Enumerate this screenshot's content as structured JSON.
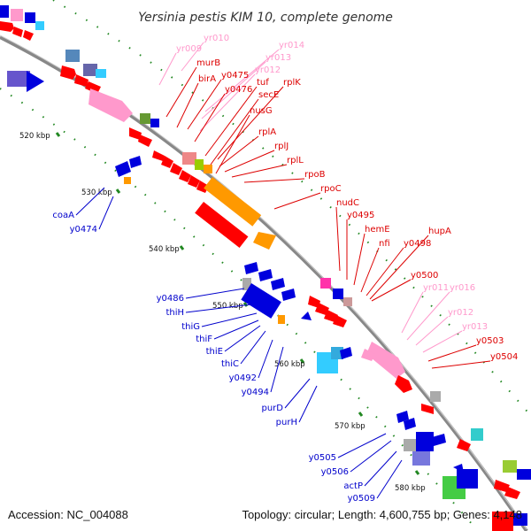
{
  "title": "Yersinia pestis KIM 10, complete genome",
  "accession": "Accession: NC_004088",
  "summary": "Topology: circular; Length: 4,600,755 bp; Genes: 4,148",
  "colors": {
    "red": "#ff0000",
    "pink": "#ff99cc",
    "blue": "#0000dd",
    "label_red": "#dd0000",
    "label_pink": "#ff99cc",
    "label_blue": "#0000cc",
    "orange": "#ff9900",
    "cyan": "#33ccff",
    "gray": "#aaaaaa",
    "backbone": "#888888",
    "tick": "#228822"
  },
  "kbp_ticks": [
    "520 kbp",
    "530 kbp",
    "540 kbp",
    "550 kbp",
    "560 kbp",
    "570 kbp",
    "580 kbp"
  ],
  "outer_labels": [
    {
      "text": "yr010",
      "color": "pink"
    },
    {
      "text": "yr009",
      "color": "pink"
    },
    {
      "text": "yr014",
      "color": "pink"
    },
    {
      "text": "yr013",
      "color": "pink"
    },
    {
      "text": "murB",
      "color": "red"
    },
    {
      "text": "yr012",
      "color": "pink"
    },
    {
      "text": "y0475",
      "color": "red"
    },
    {
      "text": "birA",
      "color": "red"
    },
    {
      "text": "y0476",
      "color": "red"
    },
    {
      "text": "tuf",
      "color": "red"
    },
    {
      "text": "rplK",
      "color": "red"
    },
    {
      "text": "secE",
      "color": "red"
    },
    {
      "text": "nusG",
      "color": "red"
    },
    {
      "text": "rplA",
      "color": "red"
    },
    {
      "text": "rplJ",
      "color": "red"
    },
    {
      "text": "rplL",
      "color": "red"
    },
    {
      "text": "rpoB",
      "color": "red"
    },
    {
      "text": "rpoC",
      "color": "red"
    },
    {
      "text": "nudC",
      "color": "red"
    },
    {
      "text": "y0495",
      "color": "red"
    },
    {
      "text": "hupA",
      "color": "red"
    },
    {
      "text": "hemE",
      "color": "red"
    },
    {
      "text": "nfi",
      "color": "red"
    },
    {
      "text": "y0498",
      "color": "red"
    },
    {
      "text": "y0500",
      "color": "red"
    },
    {
      "text": "yr011",
      "color": "pink"
    },
    {
      "text": "yr016",
      "color": "pink"
    },
    {
      "text": "yr012",
      "color": "pink"
    },
    {
      "text": "yr013",
      "color": "pink"
    },
    {
      "text": "y0503",
      "color": "red"
    },
    {
      "text": "y0504",
      "color": "red"
    }
  ],
  "inner_labels": [
    {
      "text": "coaA"
    },
    {
      "text": "y0474"
    },
    {
      "text": "y0486"
    },
    {
      "text": "thiH"
    },
    {
      "text": "thiG"
    },
    {
      "text": "thiF"
    },
    {
      "text": "thiE"
    },
    {
      "text": "thiC"
    },
    {
      "text": "y0492"
    },
    {
      "text": "y0494"
    },
    {
      "text": "purD"
    },
    {
      "text": "purH"
    },
    {
      "text": "y0505"
    },
    {
      "text": "y0506"
    },
    {
      "text": "actP"
    },
    {
      "text": "y0509"
    }
  ]
}
